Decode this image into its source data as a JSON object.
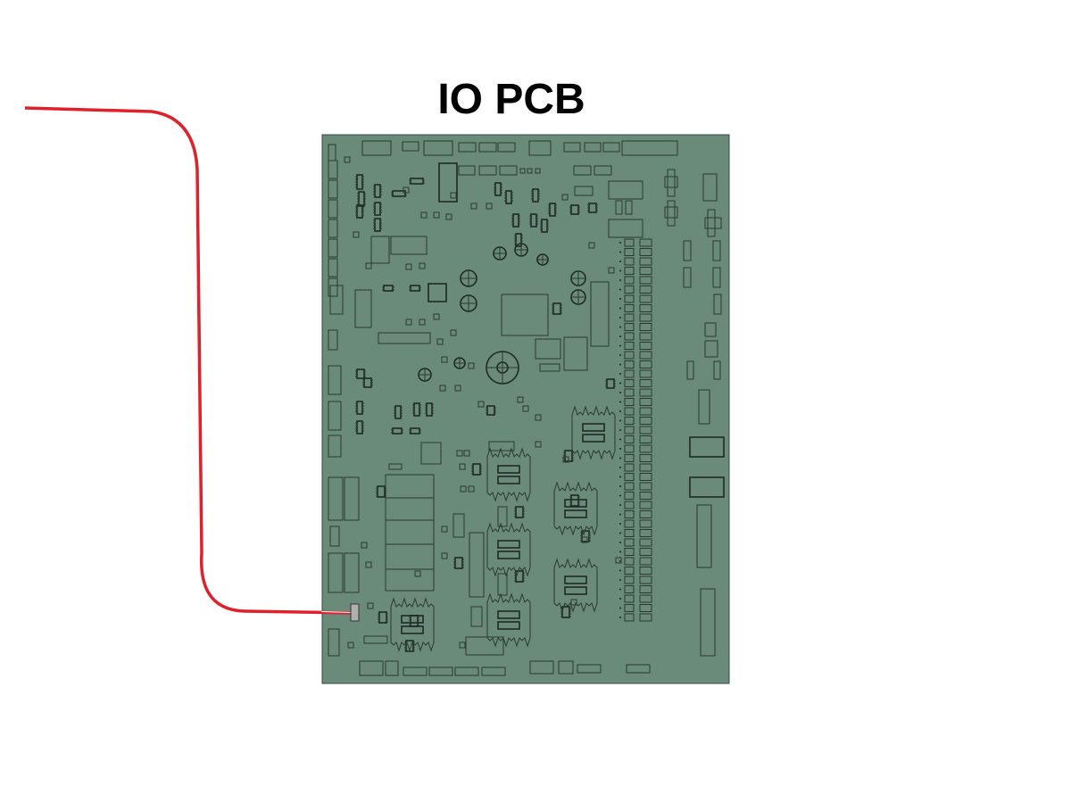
{
  "title": "IO PCB",
  "colors": {
    "board": "#6a8b79",
    "board_outline": "#3a4a40",
    "component_outline": "#2a3a30",
    "wire": "#e0202a",
    "connector": "#b0b0b0"
  },
  "elements": {
    "board": "pcb-board",
    "wire": "red-wire",
    "connector": "wire-connector"
  }
}
